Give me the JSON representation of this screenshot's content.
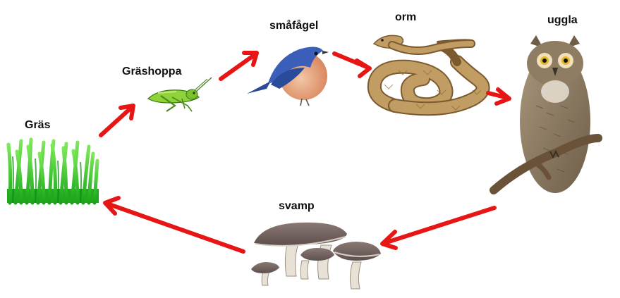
{
  "organisms": {
    "grass": {
      "label": "Gräs",
      "icon": "grass-icon"
    },
    "grasshopper": {
      "label": "Gräshoppa",
      "icon": "grasshopper-icon"
    },
    "small_bird": {
      "label": "småfågel",
      "icon": "bird-icon"
    },
    "snake": {
      "label": "orm",
      "icon": "snake-icon"
    },
    "owl": {
      "label": "uggla",
      "icon": "owl-icon"
    },
    "fungus": {
      "label": "svamp",
      "icon": "mushroom-icon"
    }
  },
  "colors": {
    "arrow": "#e81515",
    "grass": "#3fcf2a",
    "grasshopper": "#7ccf2f",
    "bird_blue": "#3b5fb8",
    "bird_breast": "#e9a37d",
    "snake": "#b8925a",
    "owl": "#8c7a62",
    "mushroom_cap": "#7a6a66",
    "mushroom_stem": "#e8e2d6"
  }
}
